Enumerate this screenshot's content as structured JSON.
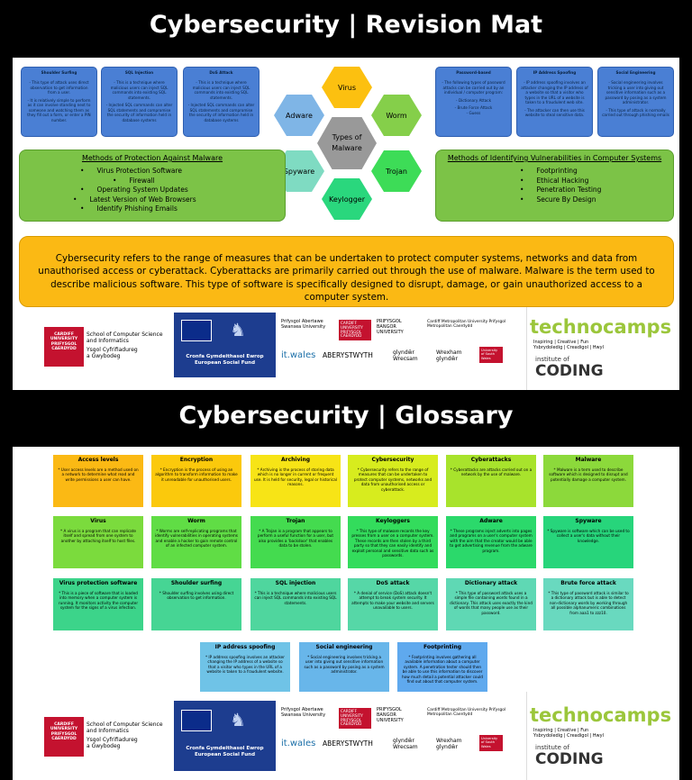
{
  "mat": {
    "title": "Cybersecurity | Revision Mat",
    "attacks_left": [
      {
        "title": "Shoulder Surfing",
        "lines": [
          "- This type of attack uses direct observation to get information from a user.",
          "- It is relatively simple to perform as it can involve standing next to someone and watching them as they fill out a form, or enter a PIN number."
        ]
      },
      {
        "title": "SQL Injection",
        "lines": [
          "- This is a technique where malicious users can inject SQL commands into existing SQL statements.",
          "- Injected SQL commands can alter SQL statements and compromise the security of information held in database systems"
        ]
      },
      {
        "title": "DoS Attack",
        "lines": [
          "- This is a technique where malicious users can inject SQL commands into existing SQL statements.",
          "- Injected SQL commands can alter SQL statements and compromise the security of information held in database systems"
        ]
      }
    ],
    "attacks_right": [
      {
        "title": "Password-based",
        "lines": [
          "- The following types of password attacks can be carried out by an individual / computer program:",
          "- Dictionary Attack",
          "- Brute Force Attack",
          "- Guess"
        ]
      },
      {
        "title": "IP Address Spoofing",
        "lines": [
          "- IP address spoofing involves an attacker changing the IP address of a website so that a visitor who types in the URL of a website is taken to a fraudulent web site.",
          "- The attacker can then use this website to steal sensitive data."
        ]
      },
      {
        "title": "Social Engineering",
        "lines": [
          "- Social engineering involves tricking a user into giving out sensitive information such as a password by posing as a system administrator.",
          "- This type of attack is normally carried out through phishing emails"
        ]
      }
    ],
    "malware": {
      "center": "Types of Malware",
      "types": [
        "Virus",
        "Worm",
        "Trojan",
        "Keylogger",
        "Spyware",
        "Adware"
      ],
      "colors": {
        "Virus": "#fcc010",
        "Worm": "#85cf4a",
        "Trojan": "#3ddc57",
        "Keylogger": "#2ad77d",
        "Spyware": "#7fdbc2",
        "Adware": "#7fb5e6"
      }
    },
    "protection": {
      "title": "Methods of Protection Against Malware",
      "items": [
        "Virus Protection Software",
        "Firewall",
        "Operating System Updates",
        "Latest Version of Web Browsers",
        "Identify Phishing Emails"
      ]
    },
    "vulnerabilities": {
      "title": "Methods of Identifying Vulnerabilities in Computer Systems",
      "items": [
        "Footprinting",
        "Ethical Hacking",
        "Penetration Testing",
        "Secure By Design"
      ]
    },
    "definition": "Cybersecurity refers to the range of measures that can be undertaken to protect computer systems, networks and data from unauthorised access or cyberattack. Cyberattacks are primarily carried out through the use of malware. Malware is the term used to describe malicious software. This type of software is specifically designed to disrupt, damage, or gain unauthorized access to a computer system."
  },
  "logos": {
    "cardiff_lines": [
      "CARDIFF",
      "UNIVERSITY",
      "PRIFYSGOL",
      "CAERDYDD"
    ],
    "school": [
      "School of Computer Science",
      "and Informatics"
    ],
    "school_welsh": [
      "Ysgol Cyfrifiadureg",
      "a Gwybodeg"
    ],
    "eu_lines": [
      "Cronfa Gymdeithasol Ewrop",
      "European Social Fund"
    ],
    "uni_grid": [
      "Prifysgol Abertawe Swansea University",
      "CARDIFF UNIVERSITY PRIFYSGOL CAERDYDD",
      "PRIFYSGOL BANGOR UNIVERSITY",
      "Cardiff Metropolitan University Prifysgol Metropolitan Caerdydd"
    ],
    "uni_grid2": [
      "it.wales",
      "ABERYSTWYTH",
      "glyndŵr Wrecsam",
      "Wrexham glyndŵr",
      "University of South Wales"
    ],
    "technocamps": "technocamps",
    "technocamps_tag": "Inspiring | Creative | Fun",
    "technocamps_tag2": "Ysbrydoledig | Creadigol | Hwyl",
    "ioc": [
      "institute of",
      "CODING"
    ]
  },
  "glossary": {
    "title": "Cybersecurity | Glossary",
    "terms": [
      {
        "term": "Access levels",
        "def": "* User access levels are a method used on a network to determine what read and write permissions a user can have.",
        "color": "#fbb914"
      },
      {
        "term": "Encryption",
        "def": "* Encryption is the process of using an algorithm to transform information to make it unreadable for unauthorised users.",
        "color": "#fbc90c"
      },
      {
        "term": "Archiving",
        "def": "* Archiving is the process of storing data which is no longer in current or frequent use. It is held for security, legal or historical reasons.",
        "color": "#f7e416"
      },
      {
        "term": "Cybersecurity",
        "def": "* Cybersecurity refers to the range of measures that can be undertaken to protect computer systems, networks and data from unauthorised access or cyberattack.",
        "color": "#d7ec1e"
      },
      {
        "term": "Cyberattacks",
        "def": "* Cyberattacks are attacks carried out on a network by the use of malware.",
        "color": "#a8e32c"
      },
      {
        "term": "Malware",
        "def": "* Malware is a term used to describe software which is designed to disrupt and potentially damage a computer system.",
        "color": "#8cd93b"
      },
      {
        "term": "Virus",
        "def": "* A virus is a program that can replicate itself and spread from one system to another by attaching itself to host files.",
        "color": "#7bdb3d"
      },
      {
        "term": "Worm",
        "def": "* Worms are self-replicating programs that identify vulnerabilities in operating systems and enable a hacker to gain remote control of an infected computer system.",
        "color": "#60dd45"
      },
      {
        "term": "Trojan",
        "def": "* A Trojan is a program that appears to perform a useful function for a user, but also provides a 'backdoor' that enables data to be stolen.",
        "color": "#44db4f"
      },
      {
        "term": "Keyloggers",
        "def": "* This type of malware records the key presses from a user on a computer system. These records are then stolen by a third party so that they can easily identify and exploit personal and sensitive data such as passwords.",
        "color": "#33dc5c"
      },
      {
        "term": "Adware",
        "def": "* These programs inject adverts into pages and programs on a user's computer system with the aim that the creator would be able to get advertising revenue from the adware program.",
        "color": "#2bd96b"
      },
      {
        "term": "Spyware",
        "def": "* Spyware is software which can be used to collect a user's data without their knowledge.",
        "color": "#27d57b"
      },
      {
        "term": "Virus protection software",
        "def": "* This is a piece of software that is loaded into memory when a computer system is running. It monitors activity the computer system for the signs of a virus infection.",
        "color": "#3cd48a"
      },
      {
        "term": "Shoulder surfing",
        "def": "* Shoulder surfing involves using direct observation to get information.",
        "color": "#46d594"
      },
      {
        "term": "SQL injection",
        "def": "* This is a technique where malicious users can inject SQL commands into existing SQL statements.",
        "color": "#4fd69e"
      },
      {
        "term": "DoS attack",
        "def": "* A denial of service (DoS) attack doesn't attempt to break system security. It attempts to make your website and servers unavailable to users.",
        "color": "#56d7a7"
      },
      {
        "term": "Dictionary attack",
        "def": "* This type of password attack uses a simple file containing words found in a dictionary. This attack uses exactly the kind of words that many people use as their password.",
        "color": "#5fd8b4"
      },
      {
        "term": "Brute force attack",
        "def": "* This type of password attack is similar to a dictionary attack but is able to detect non-dictionary words by working through all possible alphanumeric combinations from aaa1 to zzz10.",
        "color": "#69d9bf"
      },
      {
        "term": "IP address spoofing",
        "def": "* IP address spoofing involves an attacker changing the IP address of a website so that a visitor who types in the URL of a website is taken to a fraudulent website.",
        "color": "#6fc3e7"
      },
      {
        "term": "Social engineering",
        "def": "* Social engineering involves tricking a user into giving out sensitive information such as a password by posing as a system administrator.",
        "color": "#68b6ea"
      },
      {
        "term": "Footprinting",
        "def": "* Footprinting involves gathering all available information about a computer system. A penetration tester should then be able to use this information to discover how much detail a potential attacker could find out about that computer system.",
        "color": "#5fa9ee"
      }
    ]
  }
}
